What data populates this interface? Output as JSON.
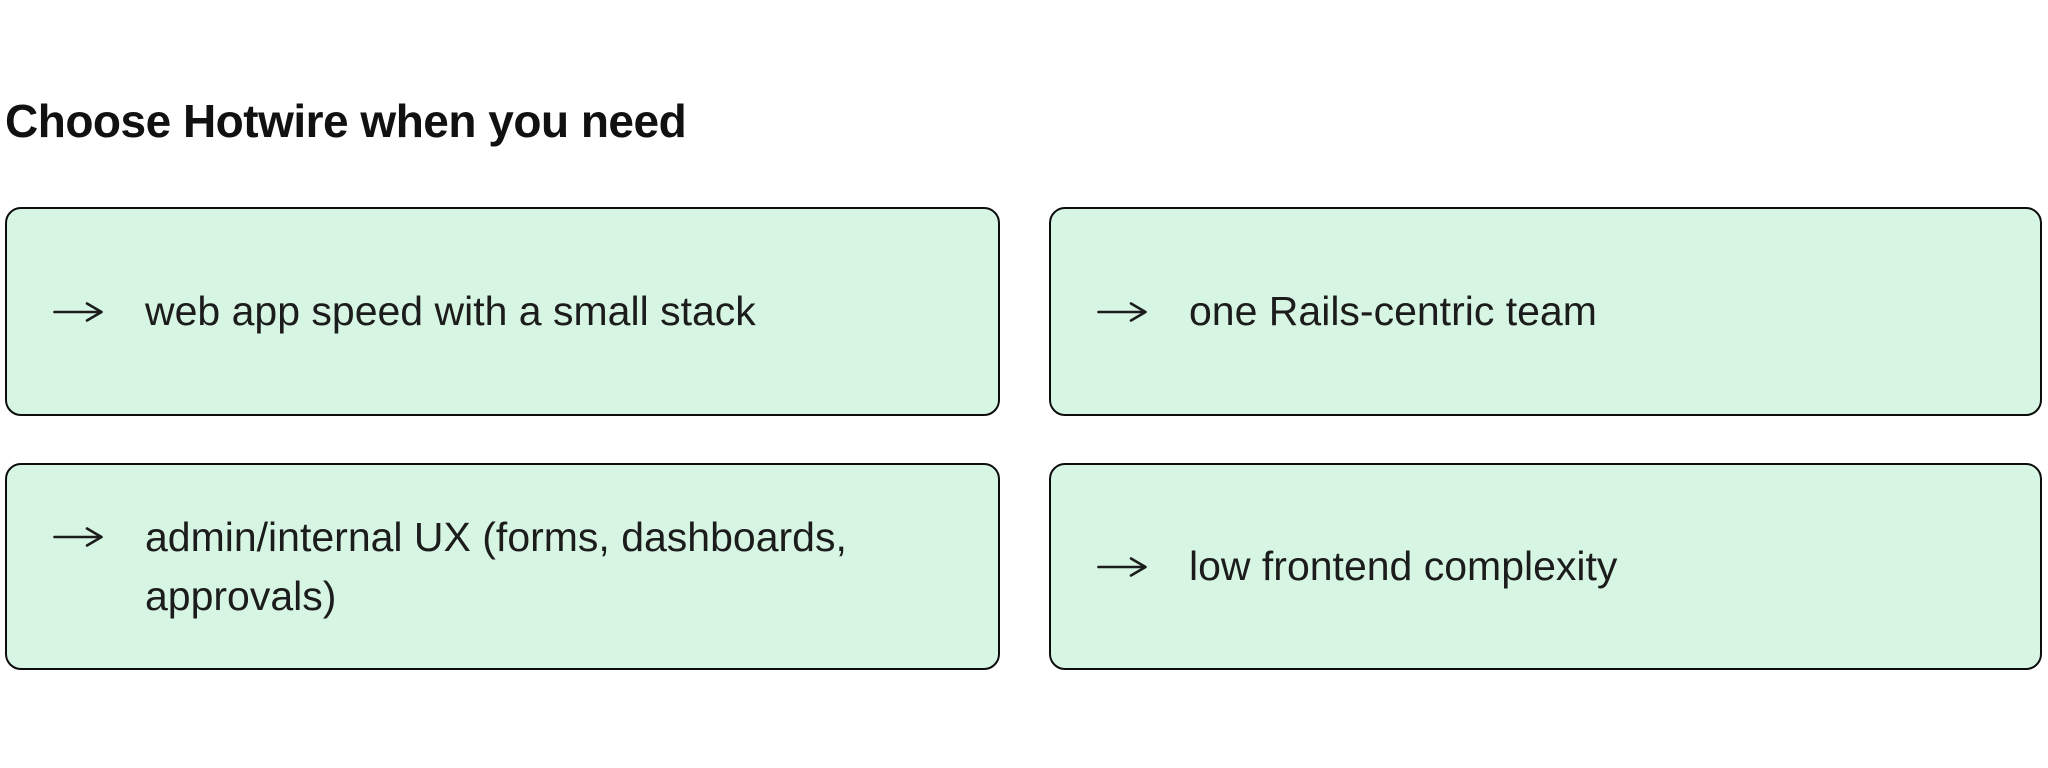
{
  "page": {
    "title": "Choose Hotwire when you need"
  },
  "cards": [
    {
      "icon": "right-arrow-icon",
      "label": "web app speed with a small stack"
    },
    {
      "icon": "right-arrow-icon",
      "label": "one Rails-centric team"
    },
    {
      "icon": "right-arrow-icon",
      "label": "admin/internal UX (forms, dashboards, approvals)"
    },
    {
      "icon": "right-arrow-icon",
      "label": "low frontend complexity"
    }
  ],
  "colors": {
    "page_background": "#ffffff",
    "card_background": "#d7f5e3",
    "card_border": "#0d0d0d",
    "text": "#1c1c1c",
    "heading": "#111111"
  }
}
